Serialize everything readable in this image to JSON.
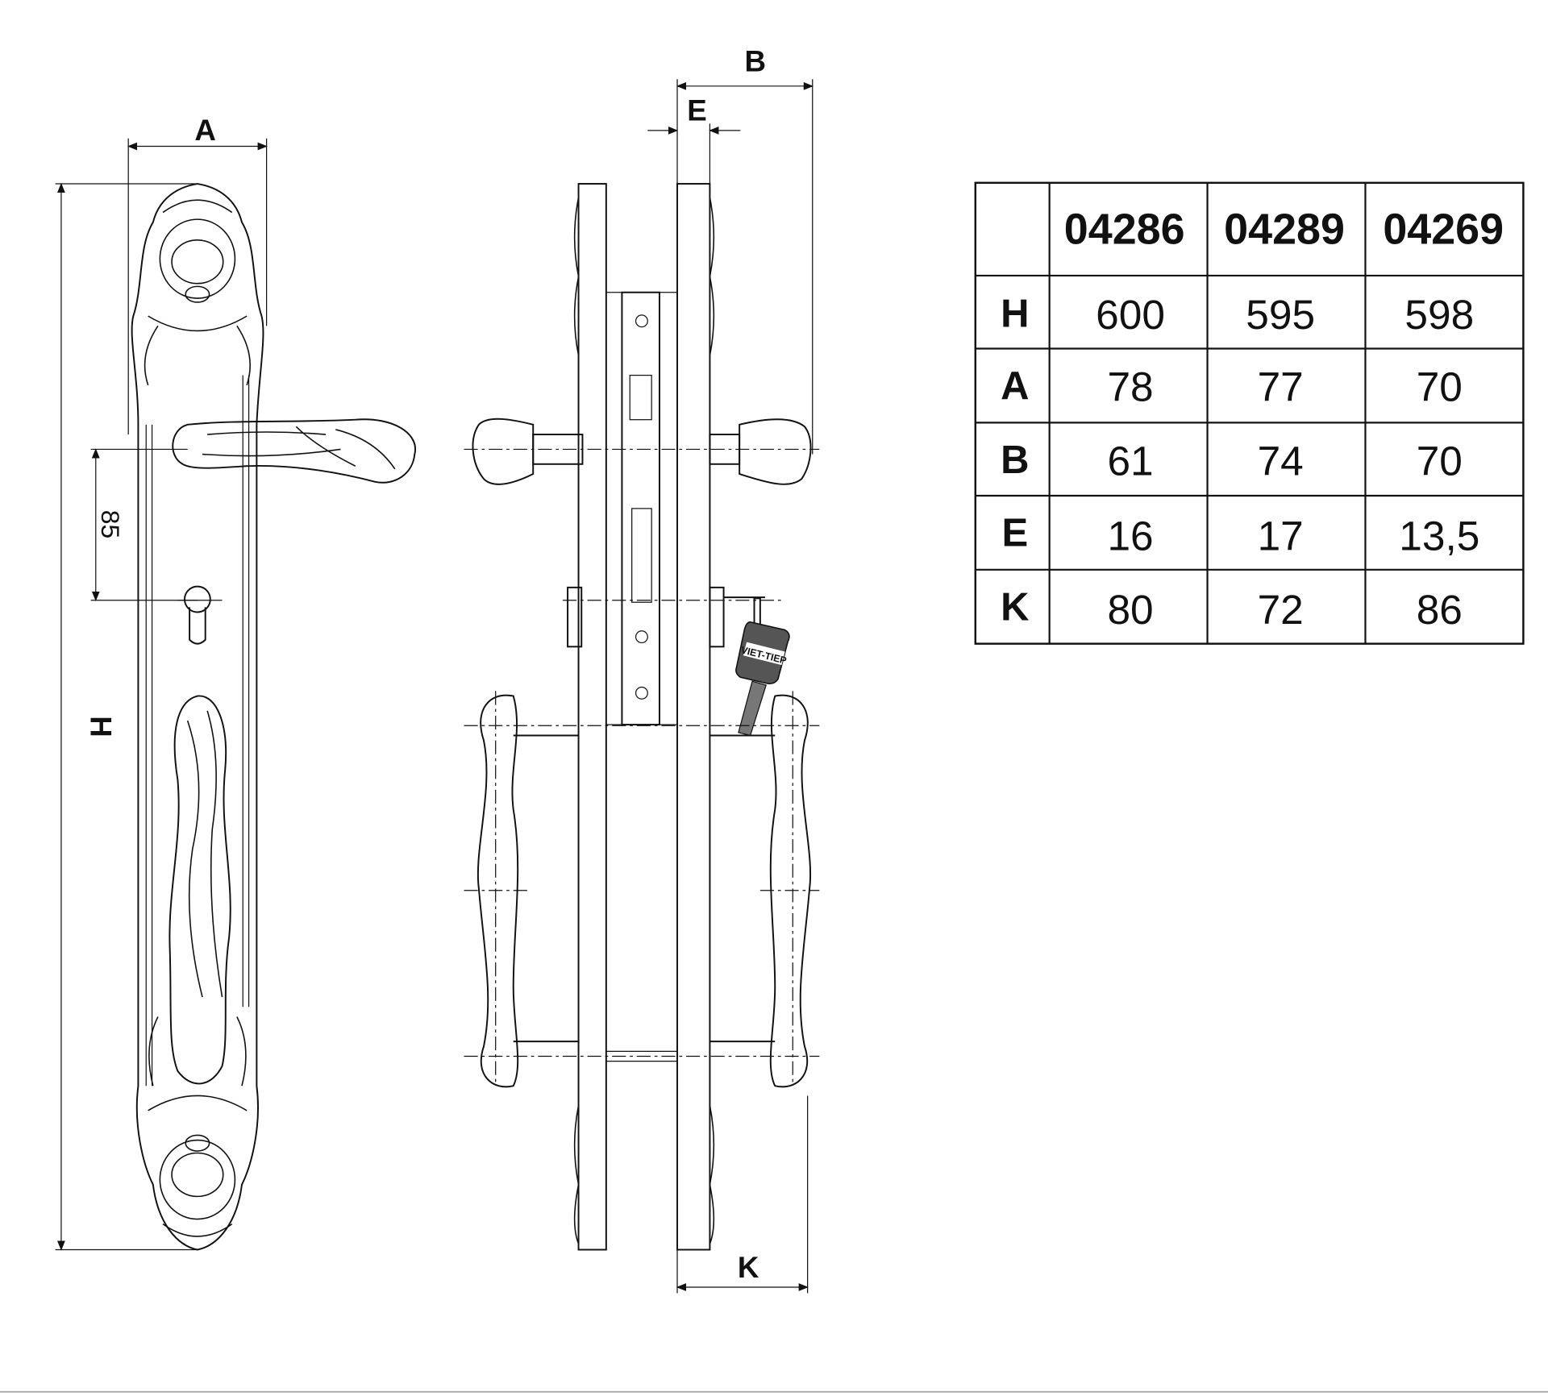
{
  "dimensions": {
    "A": "A",
    "B": "B",
    "E": "E",
    "H": "H",
    "K": "K",
    "handle_to_keyhole": "85"
  },
  "key_brand": "VIET-TIEP",
  "table": {
    "columns": [
      "04286",
      "04289",
      "04269"
    ],
    "rows": [
      {
        "label": "H",
        "values": [
          "600",
          "595",
          "598"
        ]
      },
      {
        "label": "A",
        "values": [
          "78",
          "77",
          "70"
        ]
      },
      {
        "label": "B",
        "values": [
          "61",
          "74",
          "70"
        ]
      },
      {
        "label": "E",
        "values": [
          "16",
          "17",
          "13,5"
        ]
      },
      {
        "label": "K",
        "values": [
          "80",
          "72",
          "86"
        ]
      }
    ]
  }
}
